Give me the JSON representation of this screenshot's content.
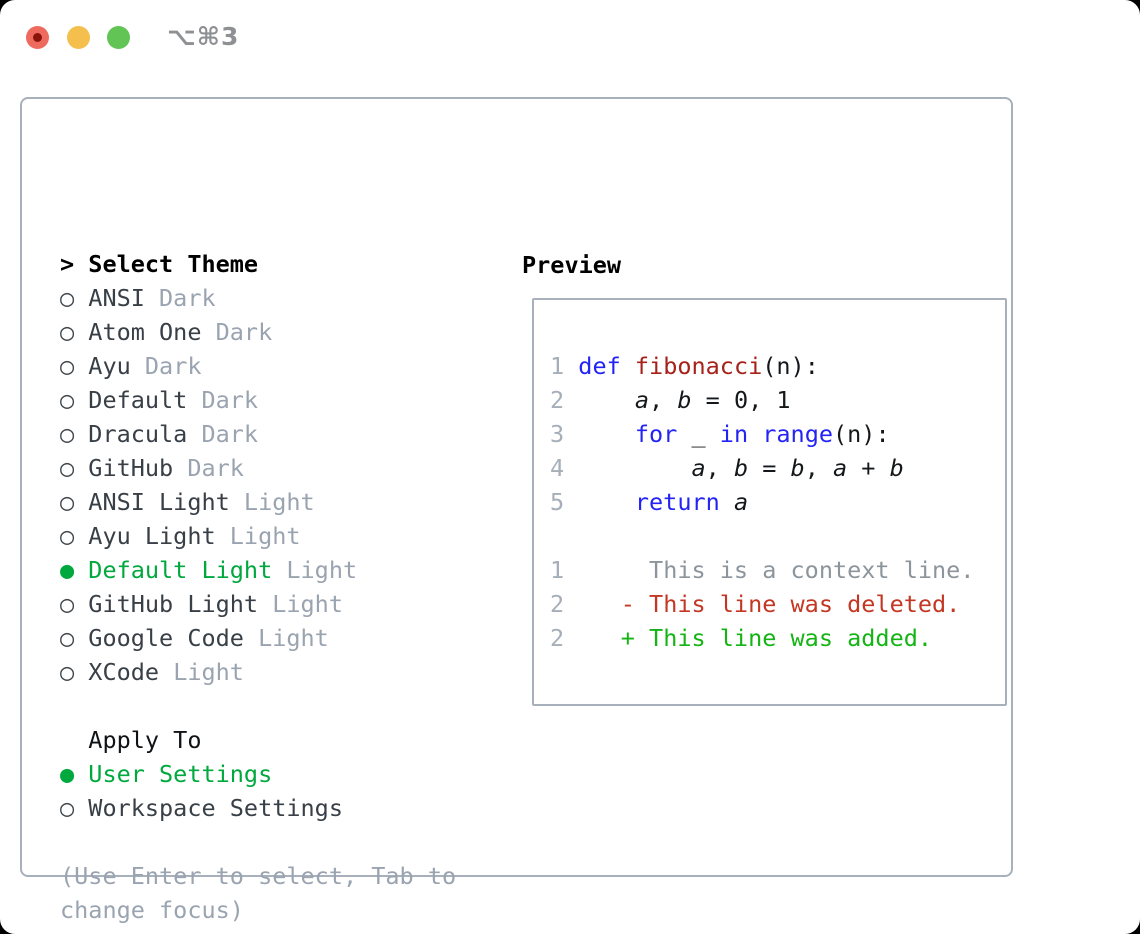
{
  "titlebar": {
    "shortcut": "⌥⌘3"
  },
  "theme_list": {
    "cursor": ">",
    "heading": "Select Theme",
    "radio_unselected": "○",
    "radio_selected": "●",
    "items": [
      {
        "name": "ANSI",
        "variant": "Dark",
        "selected": false
      },
      {
        "name": "Atom One",
        "variant": "Dark",
        "selected": false
      },
      {
        "name": "Ayu",
        "variant": "Dark",
        "selected": false
      },
      {
        "name": "Default",
        "variant": "Dark",
        "selected": false
      },
      {
        "name": "Dracula",
        "variant": "Dark",
        "selected": false
      },
      {
        "name": "GitHub",
        "variant": "Dark",
        "selected": false
      },
      {
        "name": "ANSI Light",
        "variant": "Light",
        "selected": false
      },
      {
        "name": "Ayu Light",
        "variant": "Light",
        "selected": false
      },
      {
        "name": "Default Light",
        "variant": "Light",
        "selected": true
      },
      {
        "name": "GitHub Light",
        "variant": "Light",
        "selected": false
      },
      {
        "name": "Google Code",
        "variant": "Light",
        "selected": false
      },
      {
        "name": "XCode",
        "variant": "Light",
        "selected": false
      }
    ]
  },
  "apply_to": {
    "heading": "Apply To",
    "options": [
      {
        "name": "User Settings",
        "selected": true
      },
      {
        "name": "Workspace Settings",
        "selected": false
      }
    ]
  },
  "hint_lines": [
    "(Use Enter to select, Tab to",
    "change focus)"
  ],
  "preview": {
    "heading": "Preview",
    "lines": [
      {
        "kind": "code",
        "segments": [
          {
            "text": "1 ",
            "style": "ln"
          },
          {
            "text": "def",
            "style": "kw"
          },
          {
            "text": " ",
            "style": "plain"
          },
          {
            "text": "fibonacci",
            "style": "fn"
          },
          {
            "text": "(n):",
            "style": "plain"
          }
        ]
      },
      {
        "kind": "code",
        "segments": [
          {
            "text": "2 ",
            "style": "ln"
          },
          {
            "text": "    ",
            "style": "plain"
          },
          {
            "text": "a",
            "style": "var"
          },
          {
            "text": ", ",
            "style": "plain"
          },
          {
            "text": "b",
            "style": "var"
          },
          {
            "text": " = 0, 1",
            "style": "plain"
          }
        ]
      },
      {
        "kind": "code",
        "segments": [
          {
            "text": "3 ",
            "style": "ln"
          },
          {
            "text": "    ",
            "style": "plain"
          },
          {
            "text": "for",
            "style": "kw"
          },
          {
            "text": " _ ",
            "style": "plain"
          },
          {
            "text": "in",
            "style": "kw"
          },
          {
            "text": " ",
            "style": "plain"
          },
          {
            "text": "range",
            "style": "kw"
          },
          {
            "text": "(n):",
            "style": "plain"
          }
        ]
      },
      {
        "kind": "code",
        "segments": [
          {
            "text": "4 ",
            "style": "ln"
          },
          {
            "text": "        ",
            "style": "plain"
          },
          {
            "text": "a",
            "style": "var"
          },
          {
            "text": ", ",
            "style": "plain"
          },
          {
            "text": "b",
            "style": "var"
          },
          {
            "text": " = ",
            "style": "plain"
          },
          {
            "text": "b",
            "style": "var"
          },
          {
            "text": ", ",
            "style": "plain"
          },
          {
            "text": "a",
            "style": "var"
          },
          {
            "text": " + ",
            "style": "plain"
          },
          {
            "text": "b",
            "style": "var"
          }
        ]
      },
      {
        "kind": "code",
        "segments": [
          {
            "text": "5 ",
            "style": "ln"
          },
          {
            "text": "    ",
            "style": "plain"
          },
          {
            "text": "return",
            "style": "kw"
          },
          {
            "text": " ",
            "style": "plain"
          },
          {
            "text": "a",
            "style": "var"
          }
        ]
      },
      {
        "kind": "blank",
        "segments": []
      },
      {
        "kind": "diff-context",
        "segments": [
          {
            "text": "1",
            "style": "ln"
          },
          {
            "text": "      ",
            "style": "plain"
          },
          {
            "text": "This is a context line.",
            "style": "ctx"
          }
        ]
      },
      {
        "kind": "diff-deleted",
        "segments": [
          {
            "text": "2",
            "style": "ln"
          },
          {
            "text": "    ",
            "style": "plain"
          },
          {
            "text": "- This line was deleted.",
            "style": "del"
          }
        ]
      },
      {
        "kind": "diff-added",
        "segments": [
          {
            "text": "2",
            "style": "ln"
          },
          {
            "text": "    ",
            "style": "plain"
          },
          {
            "text": "+ This line was added.",
            "style": "add"
          }
        ]
      }
    ]
  },
  "colors": {
    "green": "#00a83e",
    "muted": "#9aa4b0",
    "text": "#383f46",
    "heading": "#000000",
    "blue": "#2323f5",
    "red": "#a5211a",
    "del": "#c33723",
    "add": "#14b415",
    "ln": "#a5aeb9",
    "ctx": "#8c949c",
    "border": "#a8b0bb",
    "title": "#8e9094",
    "light-red": "#ee6a5e",
    "light-red-dot": "#8a140c",
    "light-yellow": "#f5bf4e",
    "light-green": "#61c454"
  }
}
